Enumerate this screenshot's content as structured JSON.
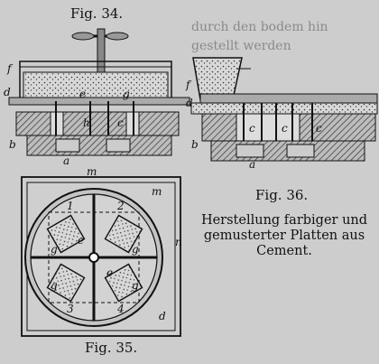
{
  "figures": {
    "fig34": "Fig. 34.",
    "fig35": "Fig. 35.",
    "fig36": "Fig. 36."
  },
  "caption": {
    "line1": "Herstellung farbiger und",
    "line2": "gemusterter Platten aus",
    "line3": "Cement."
  },
  "bleed_text": {
    "line1": "durch den bodem hin",
    "line2": "gestellt werden"
  },
  "labels": {
    "fig34": [
      "f",
      "d",
      "b",
      "e",
      "g",
      "h",
      "c",
      "a"
    ],
    "fig35": [
      "m",
      "m",
      "n",
      "d",
      "g",
      "g",
      "e",
      "e",
      "g",
      "g",
      "1",
      "2",
      "3",
      "4"
    ],
    "fig36": [
      "f",
      "d",
      "b",
      "c",
      "c",
      "c",
      "a"
    ]
  }
}
